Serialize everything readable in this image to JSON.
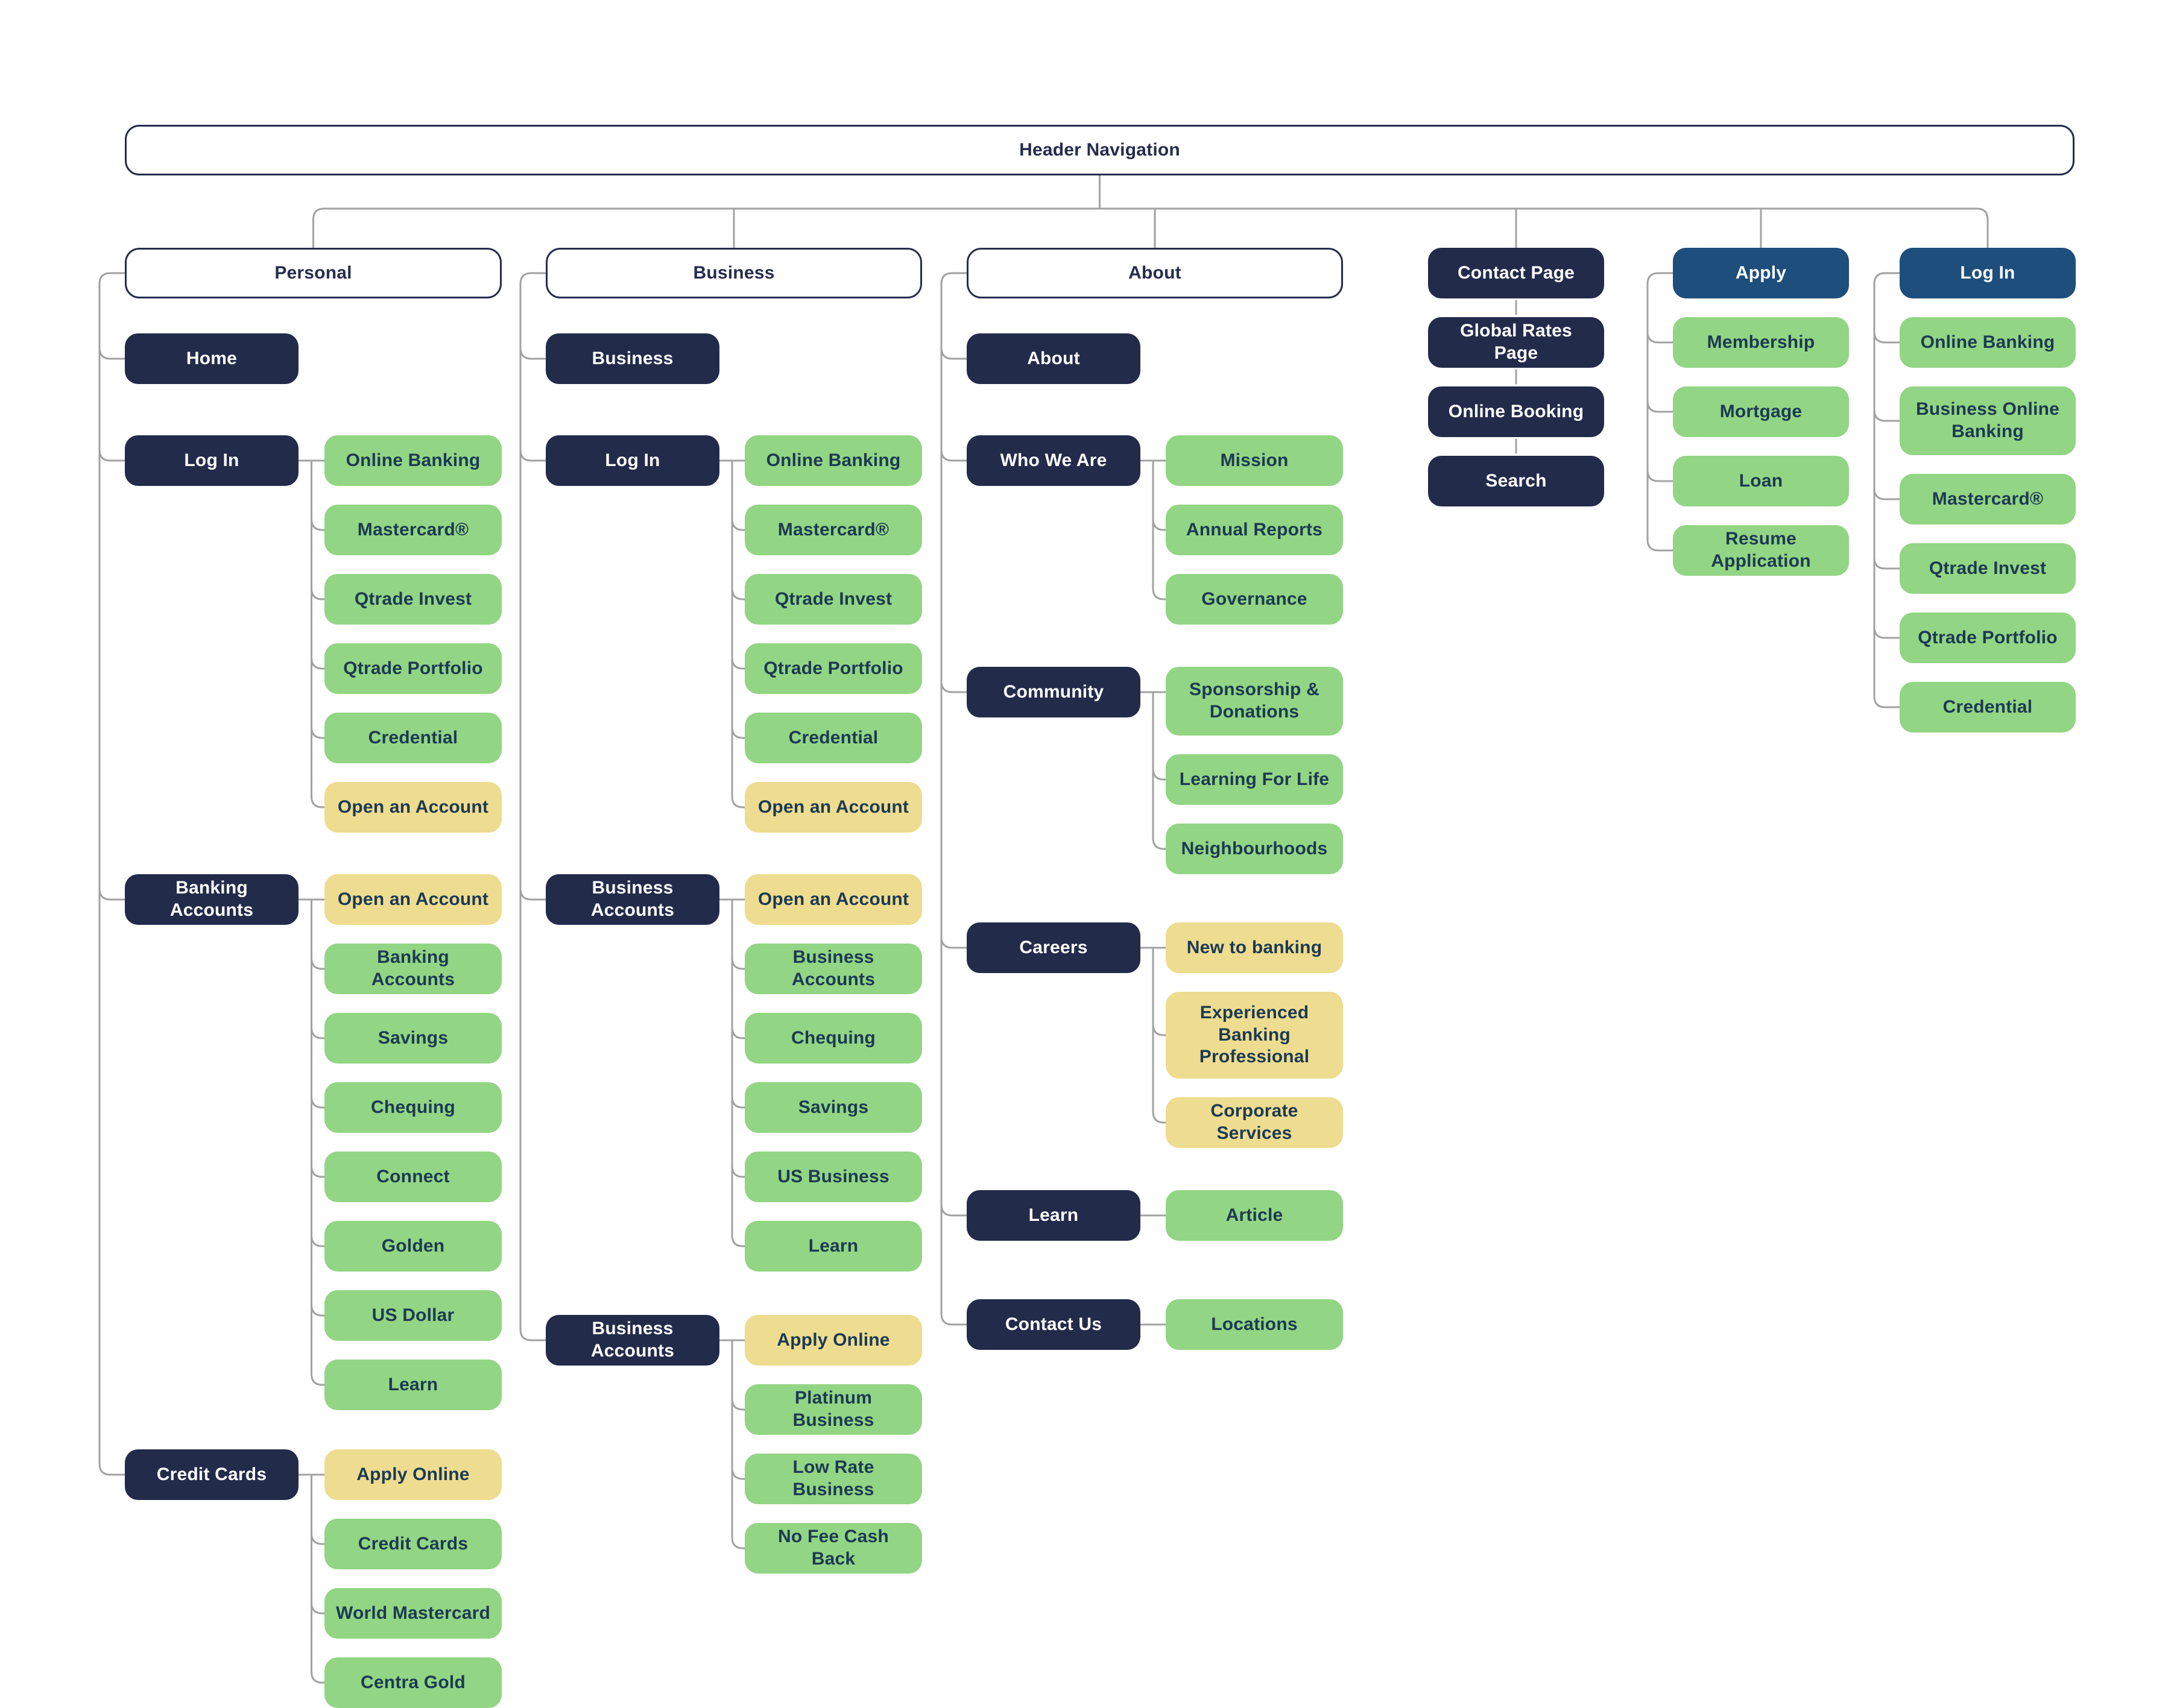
{
  "app": {
    "title": "Header Navigation"
  },
  "colors": {
    "dark_navy": "#232b4b",
    "accent_blue": "#1d4e7c",
    "green": "#92d584",
    "yellow": "#eedc90",
    "white_box": "#ffffff",
    "box_border": "#262c4e",
    "connector_gray": "#a2a2a2",
    "text_on_dark": "#ffffff",
    "text_on_light": "#1c3a52"
  },
  "root": {
    "label": "Header Navigation",
    "style": "white"
  },
  "sections": [
    {
      "label": "Personal",
      "style": "white",
      "kind": "tree",
      "groups": [
        {
          "parent": {
            "label": "Home",
            "style": "dark"
          },
          "children": []
        },
        {
          "parent": {
            "label": "Log In",
            "style": "dark"
          },
          "children": [
            {
              "label": "Online Banking",
              "style": "green"
            },
            {
              "label": "Mastercard®",
              "style": "green"
            },
            {
              "label": "Qtrade Invest",
              "style": "green"
            },
            {
              "label": "Qtrade Portfolio",
              "style": "green"
            },
            {
              "label": "Credential",
              "style": "green"
            },
            {
              "label": "Open an Account",
              "style": "yellow"
            }
          ]
        },
        {
          "parent": {
            "label": "Banking Accounts",
            "style": "dark"
          },
          "children": [
            {
              "label": "Open an Account",
              "style": "yellow"
            },
            {
              "label": "Banking Accounts",
              "style": "green"
            },
            {
              "label": "Savings",
              "style": "green"
            },
            {
              "label": "Chequing",
              "style": "green"
            },
            {
              "label": "Connect",
              "style": "green"
            },
            {
              "label": "Golden",
              "style": "green"
            },
            {
              "label": "US Dollar",
              "style": "green"
            },
            {
              "label": "Learn",
              "style": "green"
            }
          ]
        },
        {
          "parent": {
            "label": "Credit Cards",
            "style": "dark"
          },
          "children": [
            {
              "label": "Apply Online",
              "style": "yellow"
            },
            {
              "label": "Credit Cards",
              "style": "green"
            },
            {
              "label": "World Mastercard",
              "style": "green"
            },
            {
              "label": "Centra Gold",
              "style": "green"
            }
          ]
        }
      ]
    },
    {
      "label": "Business",
      "style": "white",
      "kind": "tree",
      "groups": [
        {
          "parent": {
            "label": "Business",
            "style": "dark"
          },
          "children": []
        },
        {
          "parent": {
            "label": "Log In",
            "style": "dark"
          },
          "children": [
            {
              "label": "Online Banking",
              "style": "green"
            },
            {
              "label": "Mastercard®",
              "style": "green"
            },
            {
              "label": "Qtrade Invest",
              "style": "green"
            },
            {
              "label": "Qtrade Portfolio",
              "style": "green"
            },
            {
              "label": "Credential",
              "style": "green"
            },
            {
              "label": "Open an Account",
              "style": "yellow"
            }
          ]
        },
        {
          "parent": {
            "label": "Business Accounts",
            "style": "dark"
          },
          "children": [
            {
              "label": "Open an Account",
              "style": "yellow"
            },
            {
              "label": "Business Accounts",
              "style": "green"
            },
            {
              "label": "Chequing",
              "style": "green"
            },
            {
              "label": "Savings",
              "style": "green"
            },
            {
              "label": "US Business",
              "style": "green"
            },
            {
              "label": "Learn",
              "style": "green"
            }
          ]
        },
        {
          "parent": {
            "label": "Business Accounts",
            "style": "dark"
          },
          "children": [
            {
              "label": "Apply Online",
              "style": "yellow"
            },
            {
              "label": "Platinum Business",
              "style": "green"
            },
            {
              "label": "Low Rate Business",
              "style": "green"
            },
            {
              "label": "No Fee Cash Back",
              "style": "green"
            }
          ]
        }
      ]
    },
    {
      "label": "About",
      "style": "white",
      "kind": "tree",
      "groups": [
        {
          "parent": {
            "label": "About",
            "style": "dark"
          },
          "children": []
        },
        {
          "parent": {
            "label": "Who We Are",
            "style": "dark"
          },
          "children": [
            {
              "label": "Mission",
              "style": "green"
            },
            {
              "label": "Annual Reports",
              "style": "green"
            },
            {
              "label": "Governance",
              "style": "green"
            }
          ]
        },
        {
          "parent": {
            "label": "Community",
            "style": "dark"
          },
          "children": [
            {
              "label": "Sponsorship & Donations",
              "style": "green"
            },
            {
              "label": "Learning For Life",
              "style": "green"
            },
            {
              "label": "Neighbourhoods",
              "style": "green"
            }
          ]
        },
        {
          "parent": {
            "label": "Careers",
            "style": "dark"
          },
          "children": [
            {
              "label": "New to banking",
              "style": "yellow"
            },
            {
              "label": "Experienced Banking Professional",
              "style": "yellow"
            },
            {
              "label": "Corporate Services",
              "style": "yellow"
            }
          ]
        },
        {
          "parent": {
            "label": "Learn",
            "style": "dark"
          },
          "children": [
            {
              "label": "Article",
              "style": "green"
            }
          ]
        },
        {
          "parent": {
            "label": "Contact Us",
            "style": "dark"
          },
          "children": [
            {
              "label": "Locations",
              "style": "green"
            }
          ]
        }
      ]
    },
    {
      "label": "Contact Page",
      "style": "dark",
      "kind": "stack",
      "items": [
        {
          "label": "Global Rates Page",
          "style": "dark"
        },
        {
          "label": "Online Booking",
          "style": "dark"
        },
        {
          "label": "Search",
          "style": "dark"
        }
      ]
    },
    {
      "label": "Apply",
      "style": "blue",
      "kind": "list",
      "items": [
        {
          "label": "Membership",
          "style": "green"
        },
        {
          "label": "Mortgage",
          "style": "green"
        },
        {
          "label": "Loan",
          "style": "green"
        },
        {
          "label": "Resume Application",
          "style": "green"
        }
      ]
    },
    {
      "label": "Log In",
      "style": "blue",
      "kind": "list",
      "items": [
        {
          "label": "Online Banking",
          "style": "green"
        },
        {
          "label": "Business Online Banking",
          "style": "green"
        },
        {
          "label": "Mastercard®",
          "style": "green"
        },
        {
          "label": "Qtrade Invest",
          "style": "green"
        },
        {
          "label": "Qtrade Portfolio",
          "style": "green"
        },
        {
          "label": "Credential",
          "style": "green"
        }
      ]
    }
  ]
}
